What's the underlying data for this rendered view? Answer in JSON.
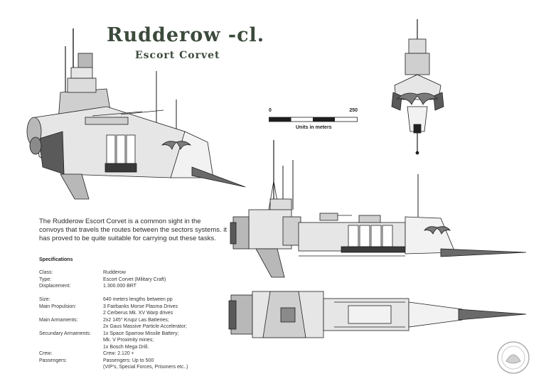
{
  "title": "Rudderow -cl.",
  "subtitle": "Escort Corvet",
  "intro": "The Rudderow Escort Corvet is a common sight in the convoys that travels the routes between the sectors systems. it has proved to be quite suitable for carrying out these tasks.",
  "specifications": {
    "heading": "Specifications",
    "rows": [
      {
        "label": "Class:",
        "value": "Rudderow"
      },
      {
        "label": "Type:",
        "value": "Escort Corvet (Military Craft)"
      },
      {
        "label": "Displacement:",
        "value": "1.300.000 BRT"
      },
      {
        "label": "",
        "value": ""
      },
      {
        "label": "Size:",
        "value": "640 meters lengths between pp"
      },
      {
        "label": "Main Propulsion:",
        "value": "3 Fairbanks Morse Plasma Drives"
      },
      {
        "label": "",
        "value": "2 Cerberus Mk. XV Warp drives"
      },
      {
        "label": "Main Armaments:",
        "value": "2x2 145° Krupz Las Batteries;"
      },
      {
        "label": "",
        "value": "2x Gaus Massive Particle Accelerator;"
      },
      {
        "label": "Secundary Armaments:",
        "value": "1x Space Sparrow Missile Battery;"
      },
      {
        "label": "",
        "value": "Mk. V Proximity mines;"
      },
      {
        "label": "",
        "value": "1x Bosch Mega Drill."
      },
      {
        "label": "Crew:",
        "value": "Crew: 2.120 +"
      },
      {
        "label": "Passengers:",
        "value": "Passengers: Up to 500"
      },
      {
        "label": "",
        "value": "(VIP's, Special Forces, Prisoners etc..)"
      }
    ]
  },
  "scale_bar": {
    "start": "0",
    "end": "250",
    "caption": "Units in meters"
  },
  "colors": {
    "title": "#3c4a3c",
    "hull_light": "#e6e6e6",
    "hull_mid": "#b8b8b8",
    "hull_dark": "#5a5a5a",
    "line": "#1e1e1e"
  }
}
